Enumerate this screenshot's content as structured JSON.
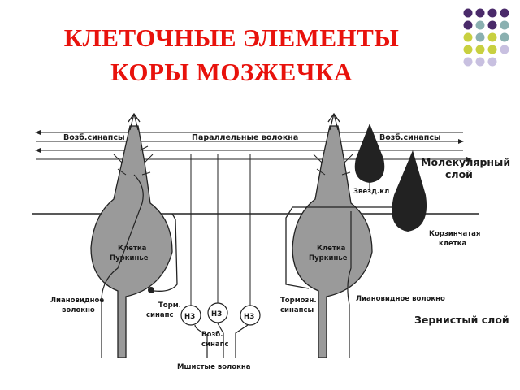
{
  "slide": {
    "title_line1": "КЛЕТОЧНЫЕ ЭЛЕМЕНТЫ",
    "title_line2": "КОРЫ МОЗЖЕЧКА"
  },
  "colors": {
    "title": "#e8120c",
    "dot_purple": "#4a2a6a",
    "dot_teal": "#8ab0b0",
    "dot_yellow": "#c8d040",
    "dot_lavender": "#c8c0e0",
    "purkinje_fill": "#9a9a9a",
    "dark_cell": "#222222"
  },
  "diagram": {
    "exc_synapses_left": "Возб.синапсы",
    "parallel_fibers": "Параллельные волокна",
    "exc_synapses_right": "Возб.синапсы",
    "molecular_layer_1": "Молекулярный",
    "molecular_layer_2": "слой",
    "stellate_cell": "Звезд.кл",
    "basket_cell_1": "Корзинчатая",
    "basket_cell_2": "клетка",
    "purkinje_left_1": "Клетка",
    "purkinje_left_2": "Пуркинье",
    "purkinje_right_1": "Клетка",
    "purkinje_right_2": "Пуркинье",
    "climbing_fiber_left_1": "Лиановидное",
    "climbing_fiber_left_2": "волокно",
    "inhib_synapse_1": "Торм.",
    "inhib_synapse_2": "синапс",
    "granule_1": "НЗ",
    "granule_2": "НЗ",
    "granule_3": "НЗ",
    "exc_synapse_1": "Возб.",
    "exc_synapse_2": "синапс",
    "inhib_synapses_1": "Тормозн.",
    "inhib_synapses_2": "синапсы",
    "climbing_fiber_right": "Лиановидное волокно",
    "granular_layer": "Зернистый слой",
    "mossy_fibers": "Мшистые волокна"
  }
}
